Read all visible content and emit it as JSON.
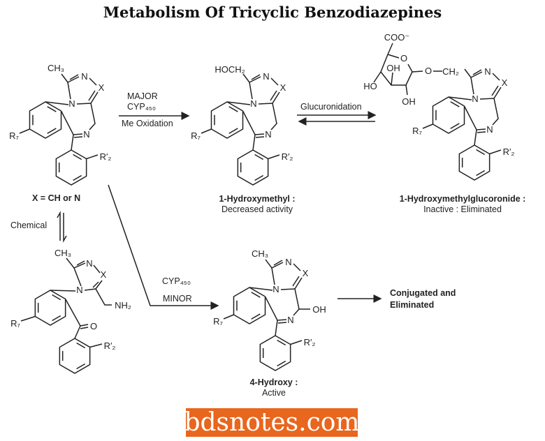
{
  "title": "Metabolism Of Tricyclic Benzodiazepines",
  "atoms": {
    "ch3": "CH₃",
    "hoch2": "HOCH₂",
    "n": "N",
    "x": "X",
    "r7": "R₇",
    "r2": "R′₂",
    "oh": "OH",
    "ho": "HO",
    "o": "O",
    "ch2": "CH₂",
    "coo": "COO⁻",
    "nh2": "NH₂"
  },
  "arrows": {
    "major": "MAJOR",
    "cyp_major": "CYP₄₅₀",
    "me_oxidation": "Me Oxidation",
    "glucuronidation": "Glucuronidation",
    "chemical": "Chemical",
    "cyp_minor": "CYP₄₅₀",
    "minor": "MINOR"
  },
  "captions": {
    "parent": "X = CH  or N",
    "hydroxymethyl_1": "1-Hydroxymethyl :",
    "hydroxymethyl_2": "Decreased activity",
    "glucuronide_1": "1-Hydroxymethylglucoronide :",
    "glucuronide_2": "Inactive : Eliminated",
    "hydroxy4_1": "4-Hydroxy :",
    "hydroxy4_2": "Active",
    "conjugated_1": "Conjugated and",
    "conjugated_2": "Eliminated"
  },
  "watermark": {
    "text": "bdsnotes.com",
    "color": "#e8661e"
  }
}
